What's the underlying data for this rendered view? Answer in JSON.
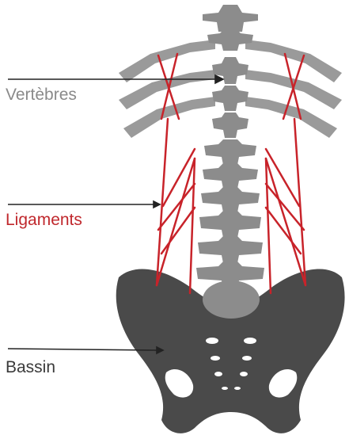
{
  "labels": {
    "vertebrae": "Vertèbres",
    "ligaments": "Ligaments",
    "pelvis": "Bassin"
  },
  "colors": {
    "vertebrae_label": "#8a8a8a",
    "ligaments_label": "#c0282d",
    "pelvis_label": "#3a3a3a",
    "ribs": "#9a9a9a",
    "spine": "#8c8c8c",
    "pelvis": "#4a4a4a",
    "ligament_lines": "#c8232a",
    "leader_lines": "#222222"
  },
  "icons": [
    "spine-illustration",
    "rib-pair",
    "pelvis-illustration"
  ]
}
